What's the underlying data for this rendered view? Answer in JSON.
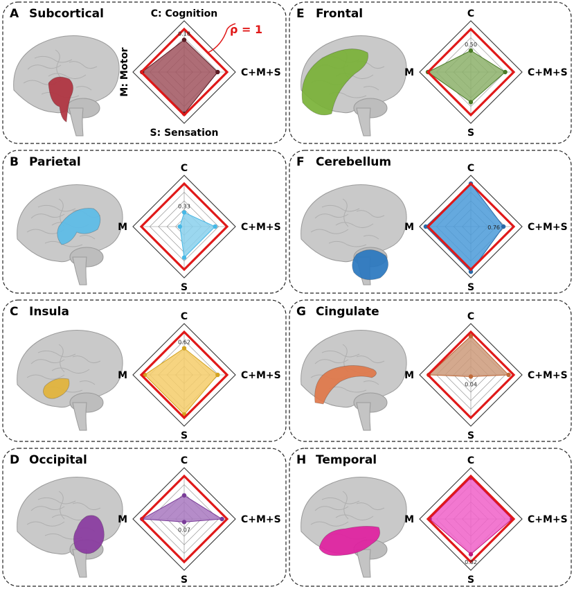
{
  "rho_label": "ρ = 1",
  "panels": [
    {
      "letter": "A",
      "region": "Subcortical",
      "color": "#a0545e",
      "dot": "#5a1c24",
      "brain": "#b0323f",
      "labels": {
        "c": "C: Cognition",
        "m": "M: Motor",
        "s": "S: Sensation",
        "cms": "C+M+S"
      },
      "value_label": "0.18"
    },
    {
      "letter": "E",
      "region": "Frontal",
      "color": "#8cb06a",
      "dot": "#4a7a26",
      "brain": "#7ab238",
      "labels": {
        "c": "C",
        "m": "M",
        "s": "S",
        "cms": "C+M+S"
      },
      "value_label": "0.50"
    },
    {
      "letter": "B",
      "region": "Parietal",
      "color": "#8ad0ec",
      "dot": "#46b8e6",
      "brain": "#5cbce8",
      "labels": {
        "c": "C",
        "m": "M",
        "s": "S",
        "cms": "C+M+S"
      },
      "value_label": "0.33"
    },
    {
      "letter": "F",
      "region": "Cerebellum",
      "color": "#4a9ad8",
      "dot": "#2a6aa8",
      "brain": "#2a78c0",
      "labels": {
        "c": "C",
        "m": "M",
        "s": "S",
        "cms": "C+M+S"
      },
      "value_label": "0.76"
    },
    {
      "letter": "C",
      "region": "Insula",
      "color": "#f4cc6a",
      "dot": "#d4a420",
      "brain": "#e2b43a",
      "labels": {
        "c": "C",
        "m": "M",
        "s": "S",
        "cms": "C+M+S"
      },
      "value_label": "0.62"
    },
    {
      "letter": "G",
      "region": "Cingulate",
      "color": "#cc9a7a",
      "dot": "#c06a3a",
      "brain": "#e0784a",
      "labels": {
        "c": "C",
        "m": "M",
        "s": "S",
        "cms": "C+M+S"
      },
      "value_label": "0.04"
    },
    {
      "letter": "D",
      "region": "Occipital",
      "color": "#a878c0",
      "dot": "#7a3c98",
      "brain": "#8a3aa0",
      "labels": {
        "c": "C",
        "m": "M",
        "s": "S",
        "cms": "C+M+S"
      },
      "value_label": "0.07"
    },
    {
      "letter": "H",
      "region": "Temporal",
      "color": "#f060c8",
      "dot": "#c0187a",
      "brain": "#e020a0",
      "labels": {
        "c": "C",
        "m": "M",
        "s": "S",
        "cms": "C+M+S"
      },
      "value_label": "0.82"
    }
  ],
  "chart_data": [
    {
      "type": "radar",
      "panel": "A",
      "axes": [
        "C",
        "C+M+S",
        "S",
        "M"
      ],
      "values": [
        0.75,
        0.78,
        0.97,
        0.98
      ],
      "rmax": 1
    },
    {
      "type": "radar",
      "panel": "E",
      "axes": [
        "C",
        "C+M+S",
        "S",
        "M"
      ],
      "values": [
        0.5,
        0.8,
        0.7,
        1.0
      ],
      "rmax": 1
    },
    {
      "type": "radar",
      "panel": "B",
      "axes": [
        "C",
        "C+M+S",
        "S",
        "M"
      ],
      "values": [
        0.33,
        0.72,
        0.72,
        0.1
      ],
      "rmax": 1
    },
    {
      "type": "radar",
      "panel": "F",
      "axes": [
        "C",
        "C+M+S",
        "S",
        "M"
      ],
      "values": [
        1.0,
        0.76,
        1.05,
        1.05
      ],
      "rmax": 1
    },
    {
      "type": "radar",
      "panel": "C",
      "axes": [
        "C",
        "C+M+S",
        "S",
        "M"
      ],
      "values": [
        0.62,
        0.78,
        0.92,
        0.92
      ],
      "rmax": 1
    },
    {
      "type": "radar",
      "panel": "G",
      "axes": [
        "C",
        "C+M+S",
        "S",
        "M"
      ],
      "values": [
        0.9,
        0.88,
        0.04,
        0.98
      ],
      "rmax": 1
    },
    {
      "type": "radar",
      "panel": "D",
      "axes": [
        "C",
        "C+M+S",
        "S",
        "M"
      ],
      "values": [
        0.55,
        0.88,
        0.07,
        0.98
      ],
      "rmax": 1
    },
    {
      "type": "radar",
      "panel": "H",
      "axes": [
        "C",
        "C+M+S",
        "S",
        "M"
      ],
      "values": [
        0.96,
        0.96,
        0.82,
        0.96
      ],
      "rmax": 1
    }
  ]
}
